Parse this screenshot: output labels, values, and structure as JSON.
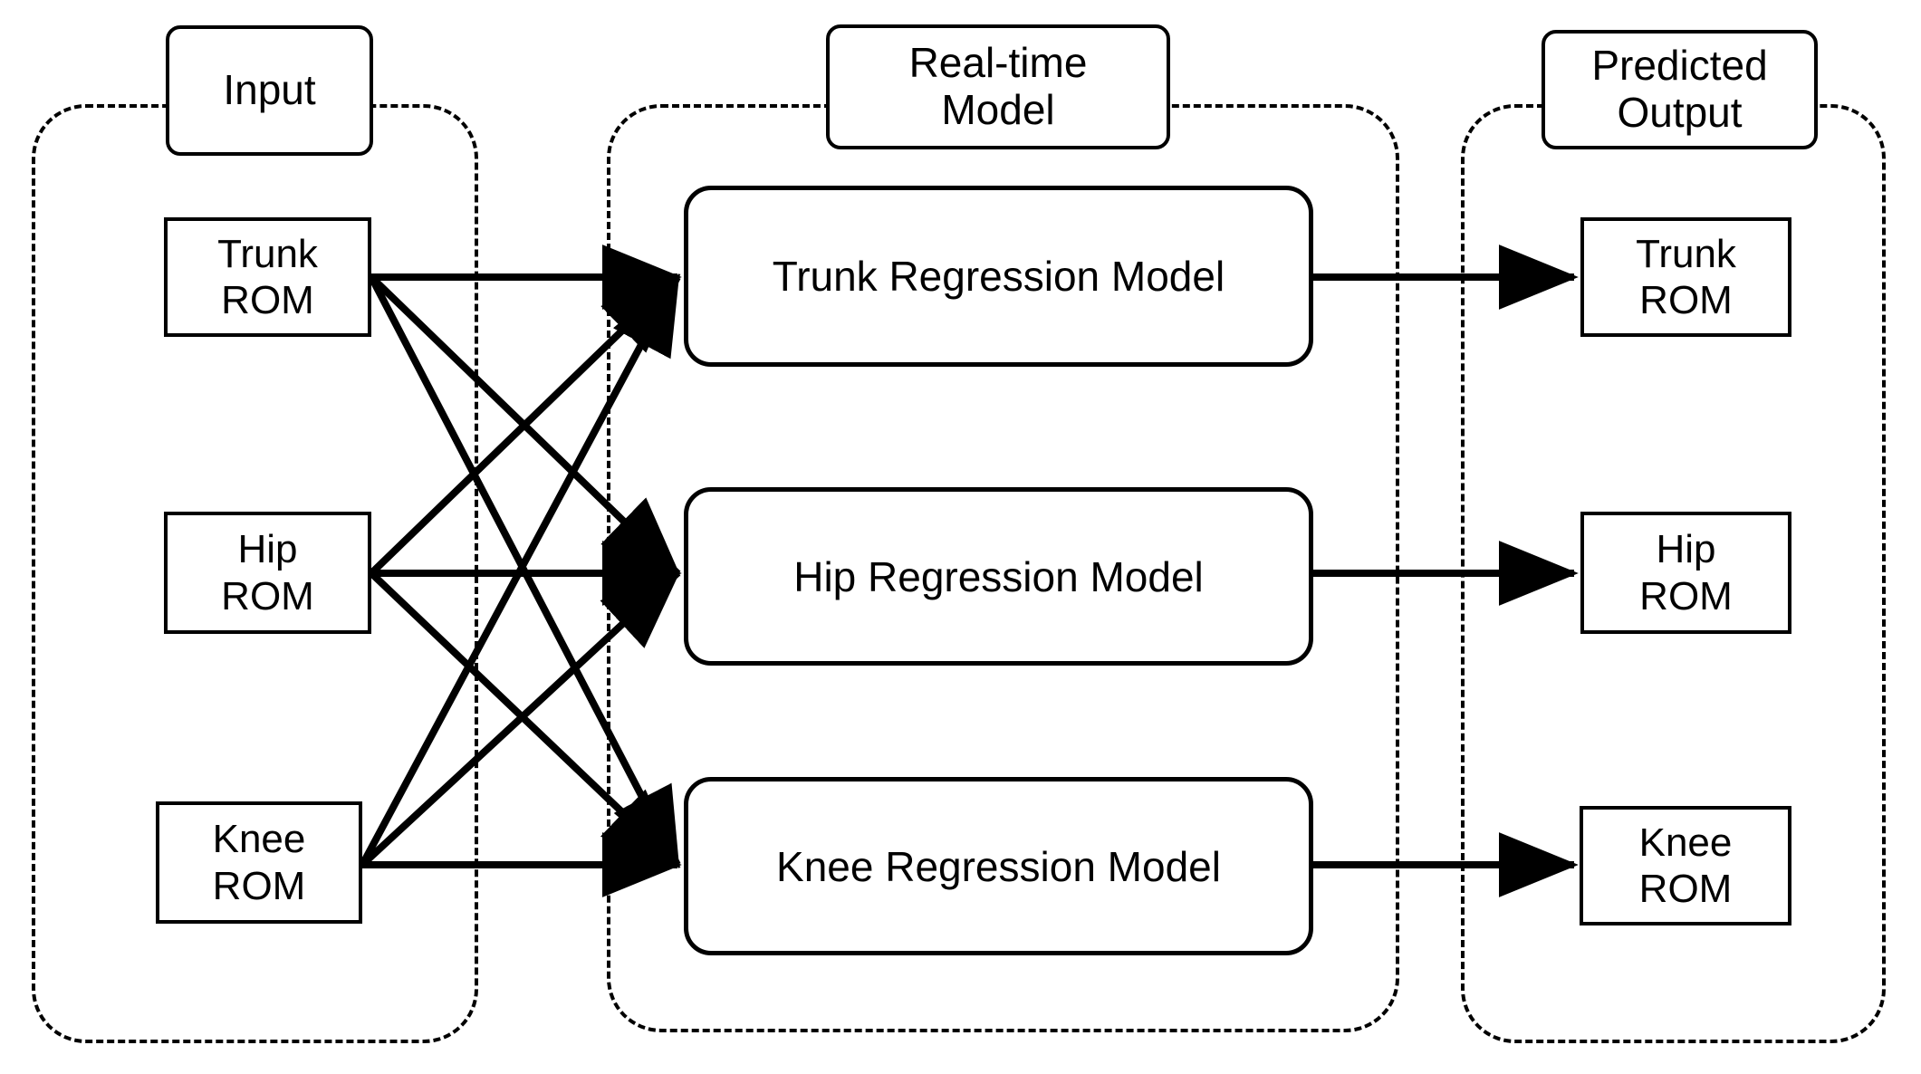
{
  "diagram": {
    "title": "Real-time regression model pipeline diagram",
    "stroke_color": "#000000",
    "background_color": "#ffffff"
  },
  "groups": {
    "input": {
      "label": "Input"
    },
    "model": {
      "label": "Real-time\nModel",
      "line1": "Real-time",
      "line2": "Model"
    },
    "output": {
      "label": "Predicted\nOutput",
      "line1": "Predicted",
      "line2": "Output"
    }
  },
  "inputs": [
    {
      "id": "trunk-rom-input",
      "line1": "Trunk",
      "line2": "ROM"
    },
    {
      "id": "hip-rom-input",
      "line1": "Hip",
      "line2": "ROM"
    },
    {
      "id": "knee-rom-input",
      "line1": "Knee",
      "line2": "ROM"
    }
  ],
  "models": [
    {
      "id": "trunk-regression-model",
      "label": "Trunk Regression Model"
    },
    {
      "id": "hip-regression-model",
      "label": "Hip Regression Model"
    },
    {
      "id": "knee-regression-model",
      "label": "Knee Regression Model"
    }
  ],
  "outputs": [
    {
      "id": "trunk-rom-output",
      "line1": "Trunk",
      "line2": "ROM"
    },
    {
      "id": "hip-rom-output",
      "line1": "Hip",
      "line2": "ROM"
    },
    {
      "id": "knee-rom-output",
      "line1": "Knee",
      "line2": "ROM"
    }
  ],
  "connections": {
    "input_to_model": "fully-connected: each of Trunk ROM, Hip ROM, Knee ROM feeds all three regression models",
    "model_to_output": "one-to-one: each regression model outputs its matching predicted ROM"
  }
}
